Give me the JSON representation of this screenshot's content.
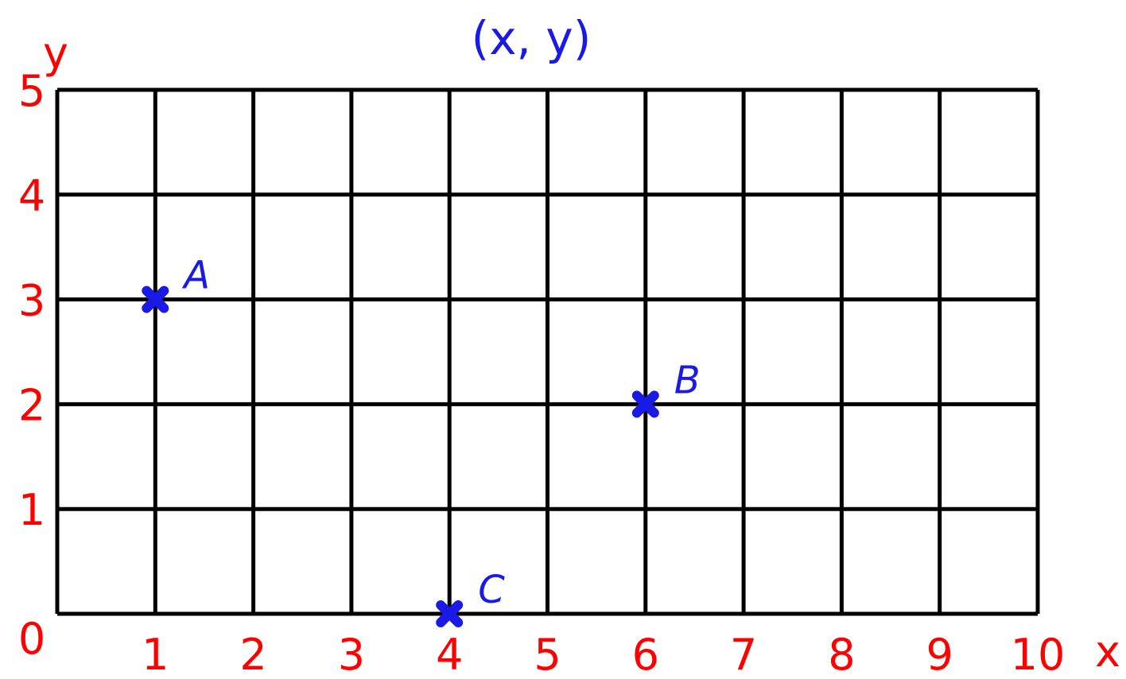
{
  "title": "(x, y)",
  "axes": {
    "x_label": "x",
    "y_label": "y",
    "origin_label": "0",
    "x_ticks": [
      "1",
      "2",
      "3",
      "4",
      "5",
      "6",
      "7",
      "8",
      "9",
      "10"
    ],
    "y_ticks": [
      "1",
      "2",
      "3",
      "4",
      "5"
    ]
  },
  "grid": {
    "x_range": [
      0,
      10
    ],
    "y_range": [
      0,
      5
    ]
  },
  "points": [
    {
      "label": "A",
      "x": 1,
      "y": 3
    },
    {
      "label": "B",
      "x": 6,
      "y": 2
    },
    {
      "label": "C",
      "x": 4,
      "y": 0
    }
  ],
  "colors": {
    "axis_labels": "#ff0000",
    "points": "#1a1ae6",
    "grid": "#000000"
  }
}
